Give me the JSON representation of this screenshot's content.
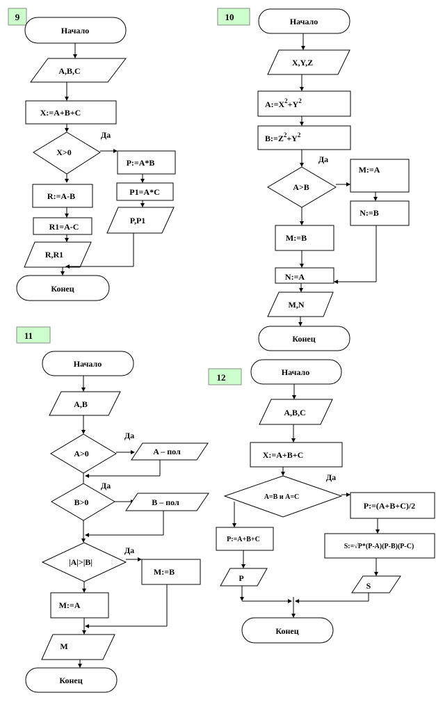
{
  "diagrams": {
    "d9": {
      "number": "9",
      "start": "Начало",
      "input": "A,B,C",
      "sum": "X:=A+B+C",
      "cond": "X>0",
      "yes": "Да",
      "p": "P:=A*B",
      "p1": "P1=A*C",
      "out_yes": "P,P1",
      "r": "R:=A-B",
      "r1": "R1=A-C",
      "out_no": "R,R1",
      "end": "Конец"
    },
    "d10": {
      "number": "10",
      "start": "Начало",
      "input": "X,Y,Z",
      "a_main": "A:=X",
      "a_mid": "+Y",
      "b_main": "B:=Z",
      "b_mid": "+Y",
      "sq": "2",
      "yes": "Да",
      "cond": "A>B",
      "m_yes": "M:=A",
      "n_yes": "N:=B",
      "m_no": "M:=B",
      "n_no": "N:=A",
      "out": "M,N",
      "end": "Конец"
    },
    "d11": {
      "number": "11",
      "start": "Начало",
      "input": "A,B",
      "cond1": "A>0",
      "yes1": "Да",
      "out1": "A – пол",
      "cond2": "B>0",
      "yes2": "Да",
      "out2": "B – пол",
      "cond3": "|A|>|B|",
      "yes3": "Да",
      "m_yes": "M:=B",
      "m_no": "M:=A",
      "out": "M",
      "end": "Конец"
    },
    "d12": {
      "number": "12",
      "start": "Начало",
      "input": "A,B,C",
      "sum": "X:=A+B+C",
      "cond": "A=B и A=C",
      "yes": "Да",
      "p_yes": "P:=(A+B+C)/2",
      "s": "S:=√P*(P-A)(P-B)(P-C)",
      "out_s": "S",
      "p_no": "P:=A+B+C",
      "out_p": "P",
      "end": "Конец"
    }
  }
}
